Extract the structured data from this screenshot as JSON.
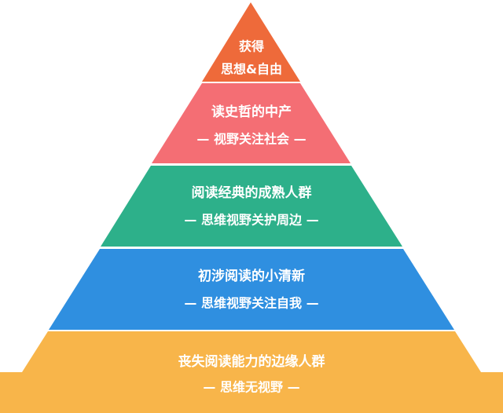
{
  "pyramid": {
    "tiers": [
      {
        "line1": "获得",
        "line2": "思想&自由",
        "color": "#ee6a3a"
      },
      {
        "line1": "读史哲的中产",
        "line2": "— 视野关注社会 —",
        "color": "#f46e74"
      },
      {
        "line1": "阅读经典的成熟人群",
        "line2": "— 思维视野关护周边 —",
        "color": "#2db08a"
      },
      {
        "line1": "初涉阅读的小清新",
        "line2": "— 思维视野关注自我 —",
        "color": "#2f8fe0"
      },
      {
        "line1": "丧失阅读能力的边缘人群",
        "line2": "— 思维无视野 —",
        "color": "#f8b54a"
      }
    ]
  }
}
